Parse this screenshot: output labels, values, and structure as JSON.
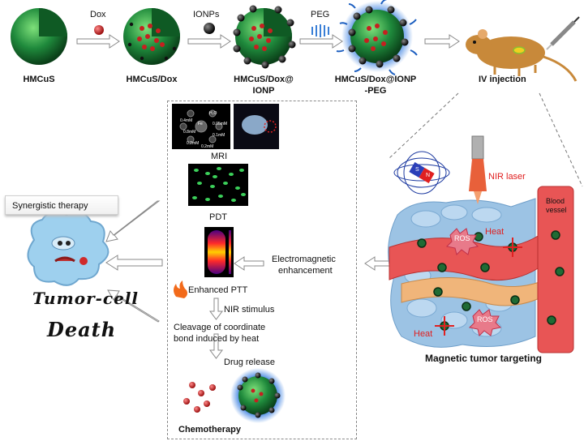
{
  "top_row": {
    "step1_label": "HMCuS",
    "step2_label": "HMCuS/Dox",
    "step3_label_line1": "HMCuS/Dox@",
    "step3_label_line2": "IONP",
    "step4_label_line1": "HMCuS/Dox@IONP",
    "step4_label_line2": "-PEG",
    "step5_label": "IV injection",
    "reagent1": "Dox",
    "reagent2": "IONPs",
    "reagent3": "PEG"
  },
  "center_panel": {
    "mri_label": "MRI",
    "pdt_label": "PDT",
    "ptt_label": "Enhanced PTT",
    "nir_stimulus": "NIR stimulus",
    "cleavage_line1": "Cleavage of coordinate",
    "cleavage_line2": "bond induced by heat",
    "drug_release": "Drug release",
    "chemo_label": "Chemotherapy",
    "mri_concentrations": [
      "Fe",
      "H₂O",
      "0.4mM",
      "0.8mM",
      "0.05mM",
      "0.1mM",
      "0.2mM",
      "0.2mM"
    ]
  },
  "left_side": {
    "synergistic": "Synergistic therapy",
    "death_line1": "Tumor-cell",
    "death_line2": "Death"
  },
  "right_side": {
    "electromagnetic_line1": "Electromagnetic",
    "electromagnetic_line2": "enhancement",
    "nir_laser": "NIR laser",
    "blood_vessel_line1": "Blood",
    "blood_vessel_line2": "vessel",
    "ros1": "ROS",
    "ros2": "ROS",
    "heat1": "Heat",
    "heat2": "Heat",
    "magnet_n": "N",
    "magnet_s": "S",
    "targeting": "Magnetic tumor targeting"
  },
  "colors": {
    "sphere_green": "#1f8a3c",
    "dox_red": "#c62020",
    "peg_blue": "#3a7fd6",
    "laser_red": "#e03a1a",
    "vessel_red": "#e85555",
    "tissue_blue": "#9cc3e4"
  }
}
